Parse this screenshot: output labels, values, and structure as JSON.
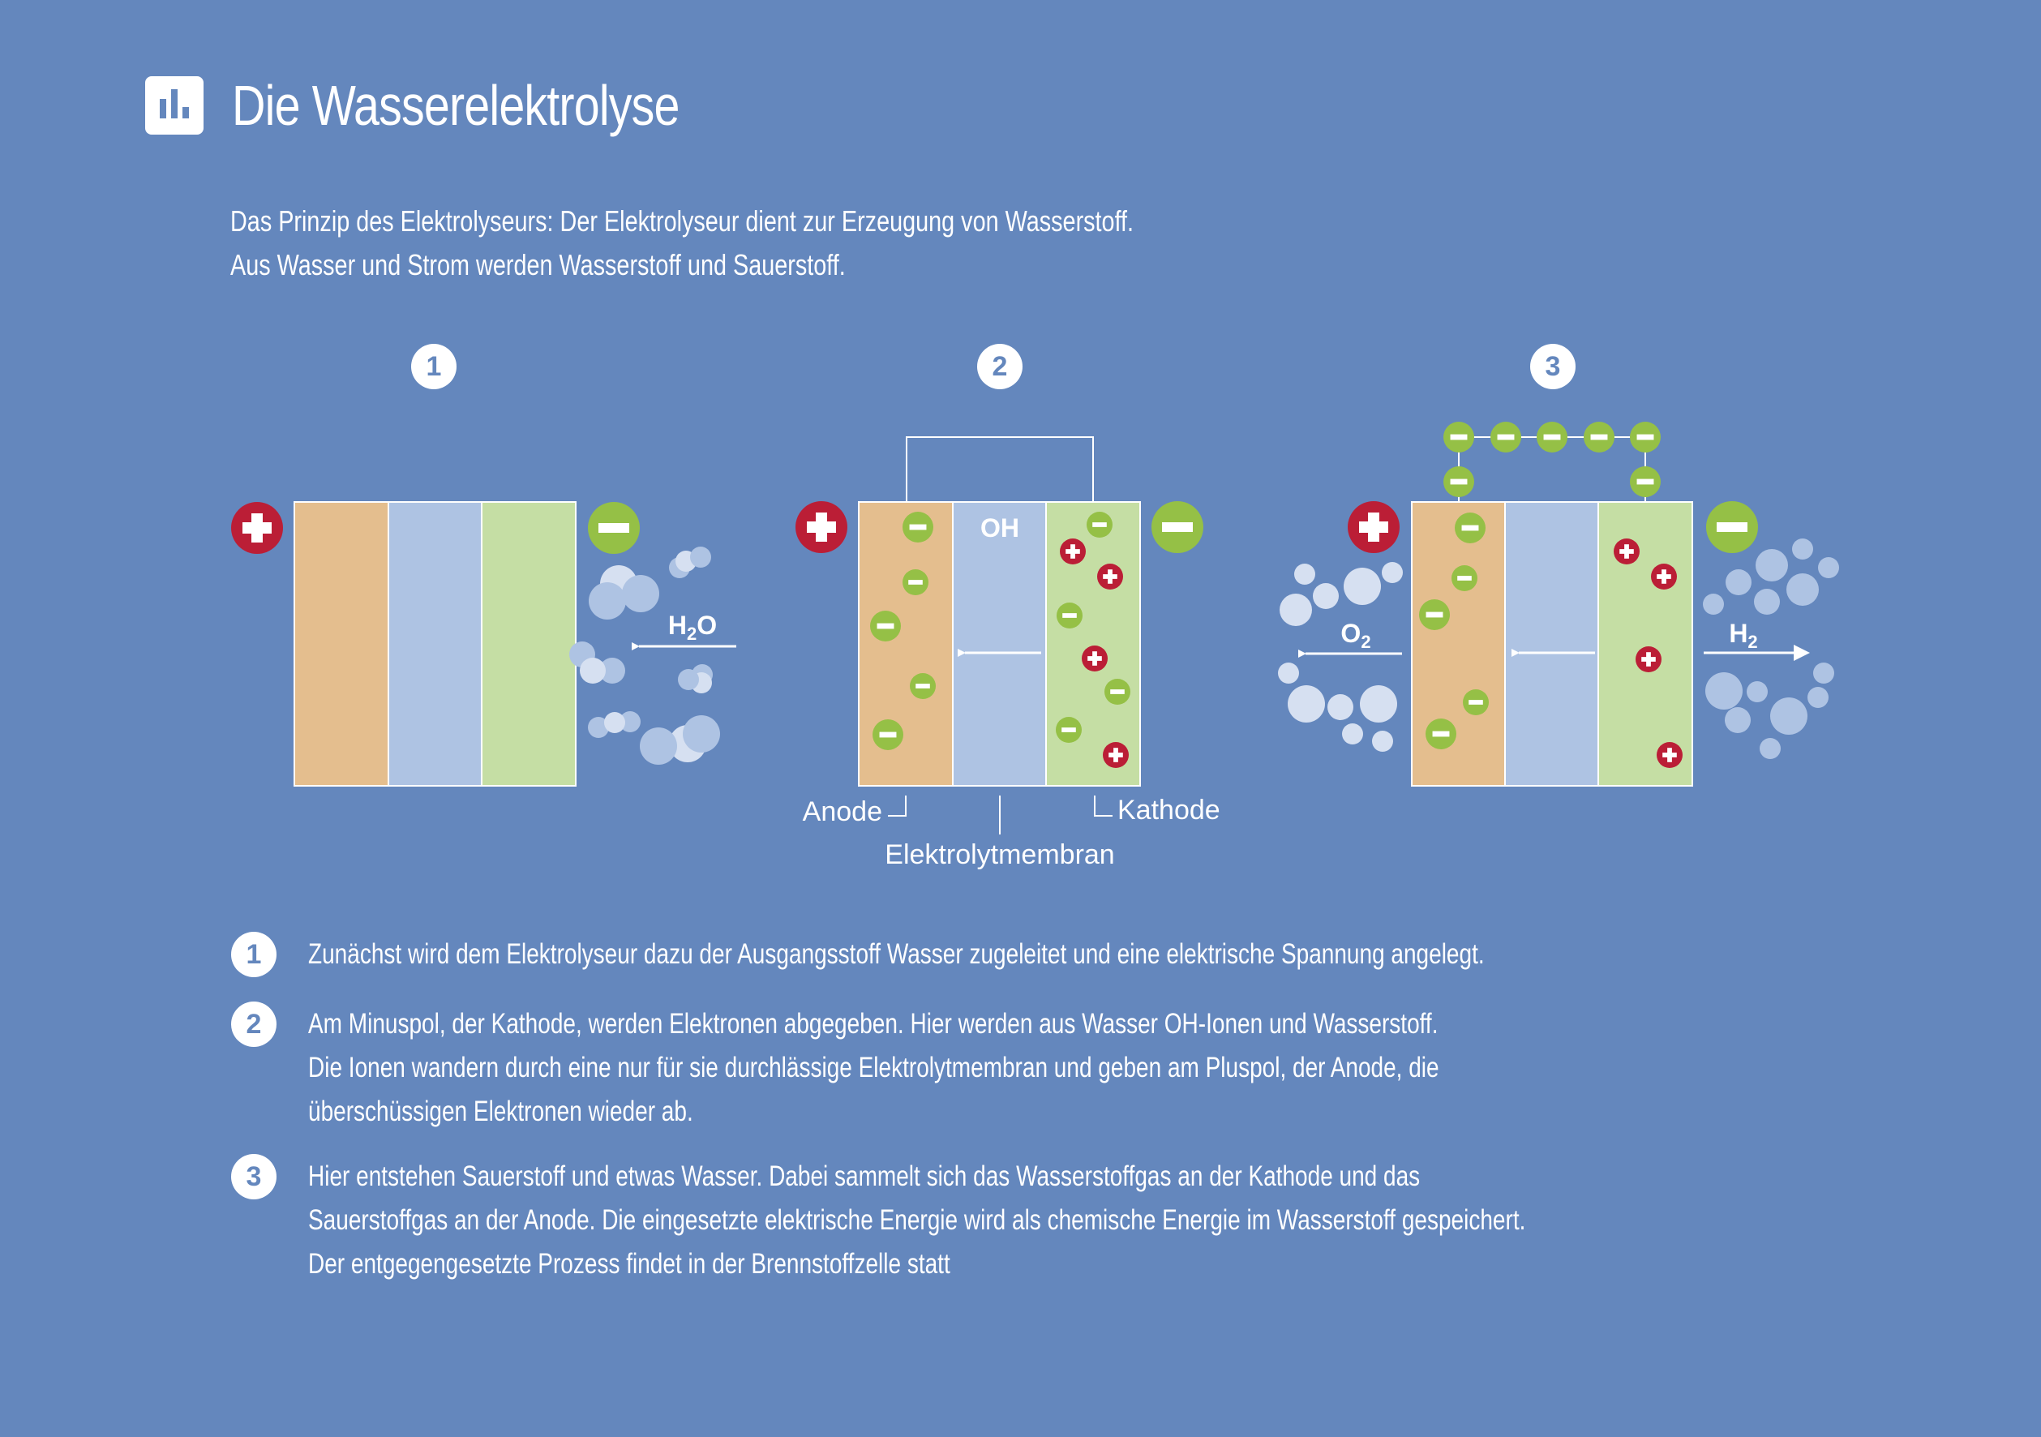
{
  "header": {
    "icon": "bar-chart-icon",
    "title": "Die Wasserelektrolyse"
  },
  "intro": {
    "line1": "Das Prinzip des Elektrolyseurs: Der Elektrolyseur dient zur Erzeugung von Wasserstoff.",
    "line2": "Aus Wasser und Strom werden Wasserstoff und Sauerstoff."
  },
  "colors": {
    "background": "#6487bd",
    "anode": "#e4be8e",
    "membrane": "#aec3e3",
    "cathode": "#c5dea4",
    "positive": "#bb1e36",
    "negative": "#95c046",
    "bubble_light": "#d6e0f1",
    "bubble_mid": "#aec3e3"
  },
  "steps": [
    {
      "number": "1"
    },
    {
      "number": "2"
    },
    {
      "number": "3"
    }
  ],
  "diagram1": {
    "molecule_label": "H",
    "molecule_sub": "2",
    "molecule_suffix": "O"
  },
  "diagram2": {
    "ion_label": "OH",
    "anode_label": "Anode",
    "membrane_label": "Elektrolytmembran",
    "cathode_label": "Kathode"
  },
  "diagram3": {
    "oxygen_label": "O",
    "oxygen_sub": "2",
    "hydrogen_label": "H",
    "hydrogen_sub": "2"
  },
  "list": [
    {
      "number": "1",
      "lines": [
        "Zunächst wird dem Elektrolyseur dazu der Ausgangsstoff Wasser zugeleitet und eine elektrische Spannung angelegt."
      ]
    },
    {
      "number": "2",
      "lines": [
        "Am Minuspol, der Kathode, werden Elektronen abgegeben. Hier werden aus Wasser OH-Ionen und Wasserstoff.",
        "Die Ionen wandern durch eine nur für sie durchlässige Elektrolytmembran und geben am Pluspol, der Anode, die",
        "überschüssigen Elektronen wieder ab."
      ]
    },
    {
      "number": "3",
      "lines": [
        "Hier entstehen Sauerstoff und etwas Wasser. Dabei sammelt sich das Wasserstoffgas an der Kathode und das",
        "Sauerstoffgas an der Anode. Die eingesetzte elektrische Energie wird als chemische Energie im Wasserstoff gespeichert.",
        "Der entgegengesetzte Prozess findet in der Brennstoffzelle statt"
      ]
    }
  ]
}
